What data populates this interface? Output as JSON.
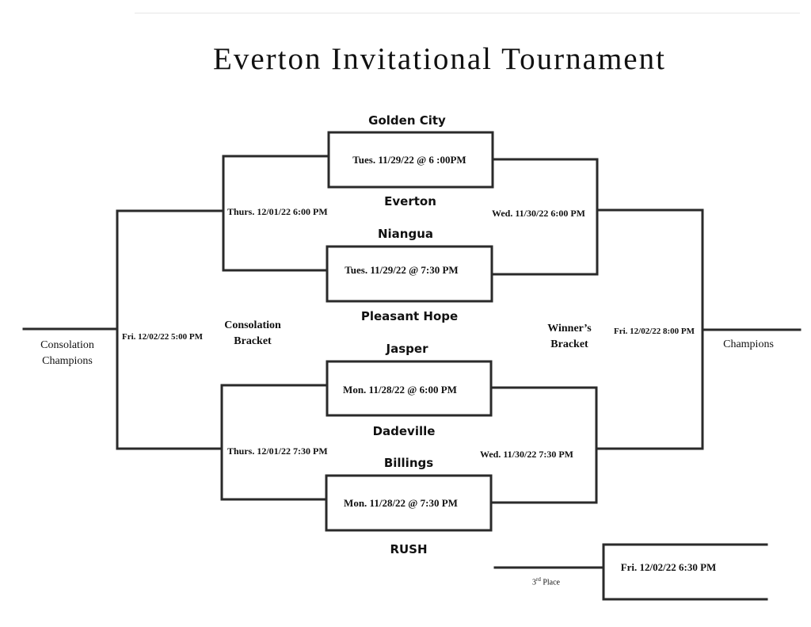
{
  "title": "Everton Invitational Tournament",
  "teams": {
    "golden_city": "Golden City",
    "everton": "Everton",
    "niangua": "Niangua",
    "pleasant_hope": "Pleasant Hope",
    "jasper": "Jasper",
    "dadeville": "Dadeville",
    "billings": "Billings",
    "rush": "RUSH"
  },
  "games": {
    "g1": "Tues. 11/29/22 @ 6 :00PM",
    "g2": "Tues. 11/29/22 @ 7:30 PM",
    "g3": "Mon. 11/28/22 @ 6:00 PM",
    "g4": "Mon. 11/28/22 @ 7:30 PM",
    "third_place_game": "Fri. 12/02/22 6:30 PM"
  },
  "dates": {
    "consolation_top": "Thurs. 12/01/22 6:00 PM",
    "consolation_bottom": "Thurs. 12/01/22 7:30 PM",
    "consolation_final": "Fri. 12/02/22 5:00 PM",
    "winners_top": "Wed. 11/30/22 6:00 PM",
    "winners_bottom": "Wed. 11/30/22 7:30 PM",
    "championship": "Fri. 12/02/22 8:00 PM"
  },
  "labels": {
    "consolation_bracket_1": "Consolation",
    "consolation_bracket_2": "Bracket",
    "winners_bracket_1": "Winner’s",
    "winners_bracket_2": "Bracket",
    "consolation_champions_1": "Consolation",
    "consolation_champions_2": "Champions",
    "champions": "Champions",
    "third_place_ordinal": "3",
    "third_place_suffix": "rd",
    "third_place_word": "Place"
  },
  "colors": {
    "ink": "#111111",
    "line": "#2a2a2a"
  }
}
